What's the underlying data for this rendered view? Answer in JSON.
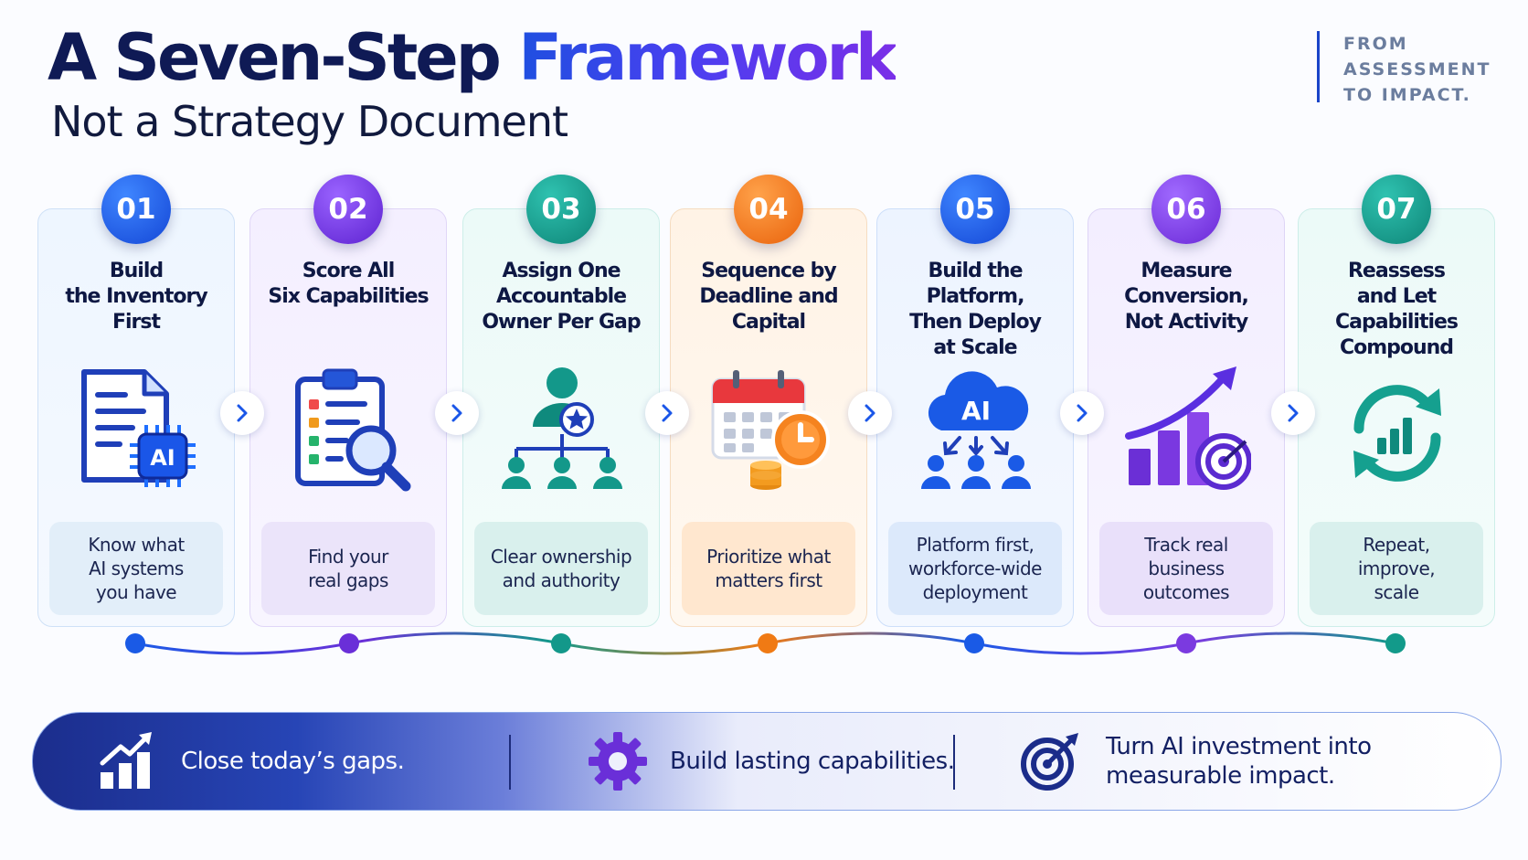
{
  "header": {
    "title_part1": "A Seven-Step",
    "title_part2": "Framework",
    "subtitle": "Not a Strategy Document",
    "tagline": [
      "FROM",
      "ASSESSMENT",
      "TO IMPACT."
    ]
  },
  "steps": [
    {
      "number": "01",
      "title": "Build\nthe Inventory\nFirst",
      "desc": "Know what\nAI systems\nyou have",
      "icon": "document-ai-chip-icon",
      "color": "#1b5fe0"
    },
    {
      "number": "02",
      "title": "Score All\nSix Capabilities",
      "desc": "Find your\nreal gaps",
      "icon": "clipboard-magnifier-icon",
      "color": "#6a2fd8"
    },
    {
      "number": "03",
      "title": "Assign One\nAccountable\nOwner Per Gap",
      "desc": "Clear ownership\nand authority",
      "icon": "org-chart-owner-icon",
      "color": "#13988a"
    },
    {
      "number": "04",
      "title": "Sequence by\nDeadline and\nCapital",
      "desc": "Prioritize what\nmatters first",
      "icon": "calendar-clock-coins-icon",
      "color": "#f07a14"
    },
    {
      "number": "05",
      "title": "Build the Platform,\nThen Deploy\nat Scale",
      "desc": "Platform first,\nworkforce-wide\ndeployment",
      "icon": "ai-cloud-deploy-icon",
      "color": "#1b5fe0"
    },
    {
      "number": "06",
      "title": "Measure\nConversion,\nNot Activity",
      "desc": "Track real\nbusiness\noutcomes",
      "icon": "growth-chart-target-icon",
      "color": "#7b3ae0"
    },
    {
      "number": "07",
      "title": "Reassess\nand Let\nCapabilities\nCompound",
      "desc": "Repeat,\nimprove,\nscale",
      "icon": "cycle-arrows-chart-icon",
      "color": "#129a8a"
    }
  ],
  "banner": {
    "items": [
      {
        "label": "Close today’s gaps.",
        "icon": "bar-chart-arrow-icon"
      },
      {
        "label": "Build lasting capabilities.",
        "icon": "gear-icon"
      },
      {
        "label": "Turn AI investment into\nmeasurable impact.",
        "icon": "target-arrow-icon"
      }
    ]
  },
  "icon_labels": {
    "ai_chip": "AI",
    "ai_cloud": "AI"
  }
}
